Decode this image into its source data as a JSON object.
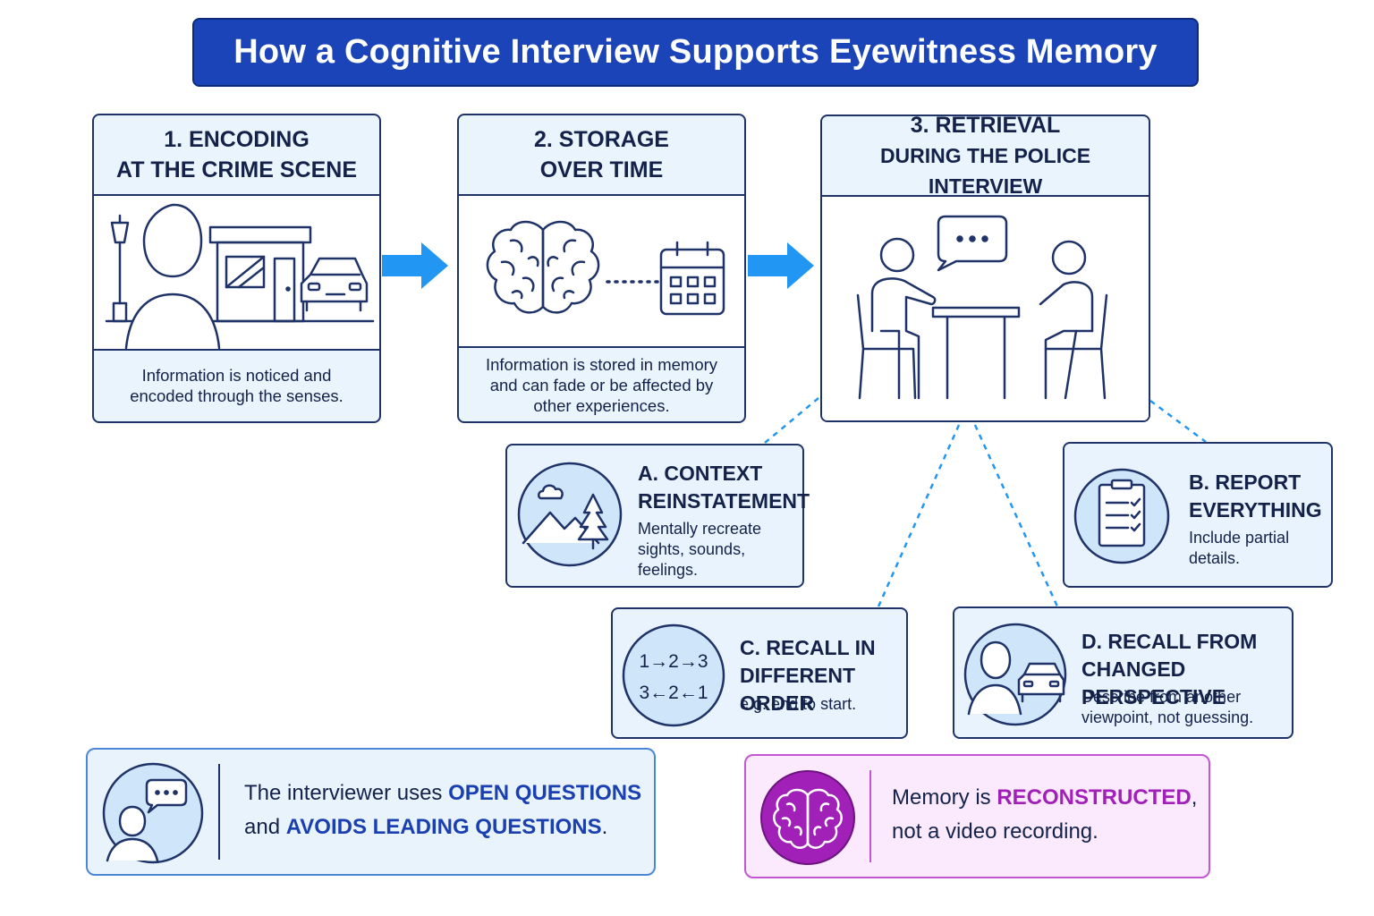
{
  "title": "How a Cognitive Interview Supports Eyewitness Memory",
  "stages": [
    {
      "heading_1": "1. ENCODING",
      "heading_2": "AT THE CRIME SCENE",
      "caption_1": "Information is noticed and",
      "caption_2": "encoded through the senses.",
      "caption_3": ""
    },
    {
      "heading_1": "2. STORAGE",
      "heading_2": "OVER TIME",
      "caption_1": "Information is stored in memory",
      "caption_2": "and can fade or be affected by",
      "caption_3": "other experiences."
    },
    {
      "heading_1": "3. RETRIEVAL",
      "heading_2": "DURING THE POLICE INTERVIEW"
    }
  ],
  "techniques": {
    "a": {
      "title_1": "A. CONTEXT",
      "title_2": "REINSTATEMENT",
      "desc_1": "Mentally recreate",
      "desc_2": "sights, sounds,",
      "desc_3": "feelings."
    },
    "b": {
      "title_1": "B. REPORT",
      "title_2": "EVERYTHING",
      "desc_1": "Include partial",
      "desc_2": "details."
    },
    "c": {
      "title_1": "C. RECALL IN",
      "title_2": "DIFFERENT ORDER",
      "desc_1": "e.g. end to start.",
      "seq_forward": "1→2→3",
      "seq_backward": "3←2←1"
    },
    "d": {
      "title_1": "D. RECALL FROM",
      "title_2": "CHANGED PERSPECTIVE",
      "desc_1": "Describe from another",
      "desc_2": "viewpoint, not guessing."
    }
  },
  "notes": {
    "interviewer": {
      "part_1": "The interviewer uses ",
      "highlight_1": "OPEN QUESTIONS",
      "part_2": "and ",
      "highlight_2": "AVOIDS LEADING QUESTIONS",
      "part_3": "."
    },
    "memory": {
      "part_1": "Memory is ",
      "highlight_1": "RECONSTRUCTED",
      "part_2": ",",
      "part_3": "not a video recording."
    }
  },
  "colors": {
    "title_bg": "#1a44b8",
    "navy": "#1f3368",
    "panel_bg": "#eaf4fd",
    "arrow": "#2196f3",
    "dashed": "#2196f3",
    "highlight_blue": "#1a3fb0",
    "highlight_purple": "#a020b8",
    "note_purple_bg": "#fbeafd",
    "note_purple_border": "#c356d2",
    "note_blue_border": "#4b86d9"
  },
  "icons": [
    "street-lamp-icon",
    "person-icon",
    "shop-icon",
    "car-icon",
    "brain-icon",
    "calendar-icon",
    "speech-bubble-icon",
    "interview-table-icon",
    "landscape-icon",
    "checklist-icon",
    "sequence-icon",
    "perspective-icon"
  ]
}
